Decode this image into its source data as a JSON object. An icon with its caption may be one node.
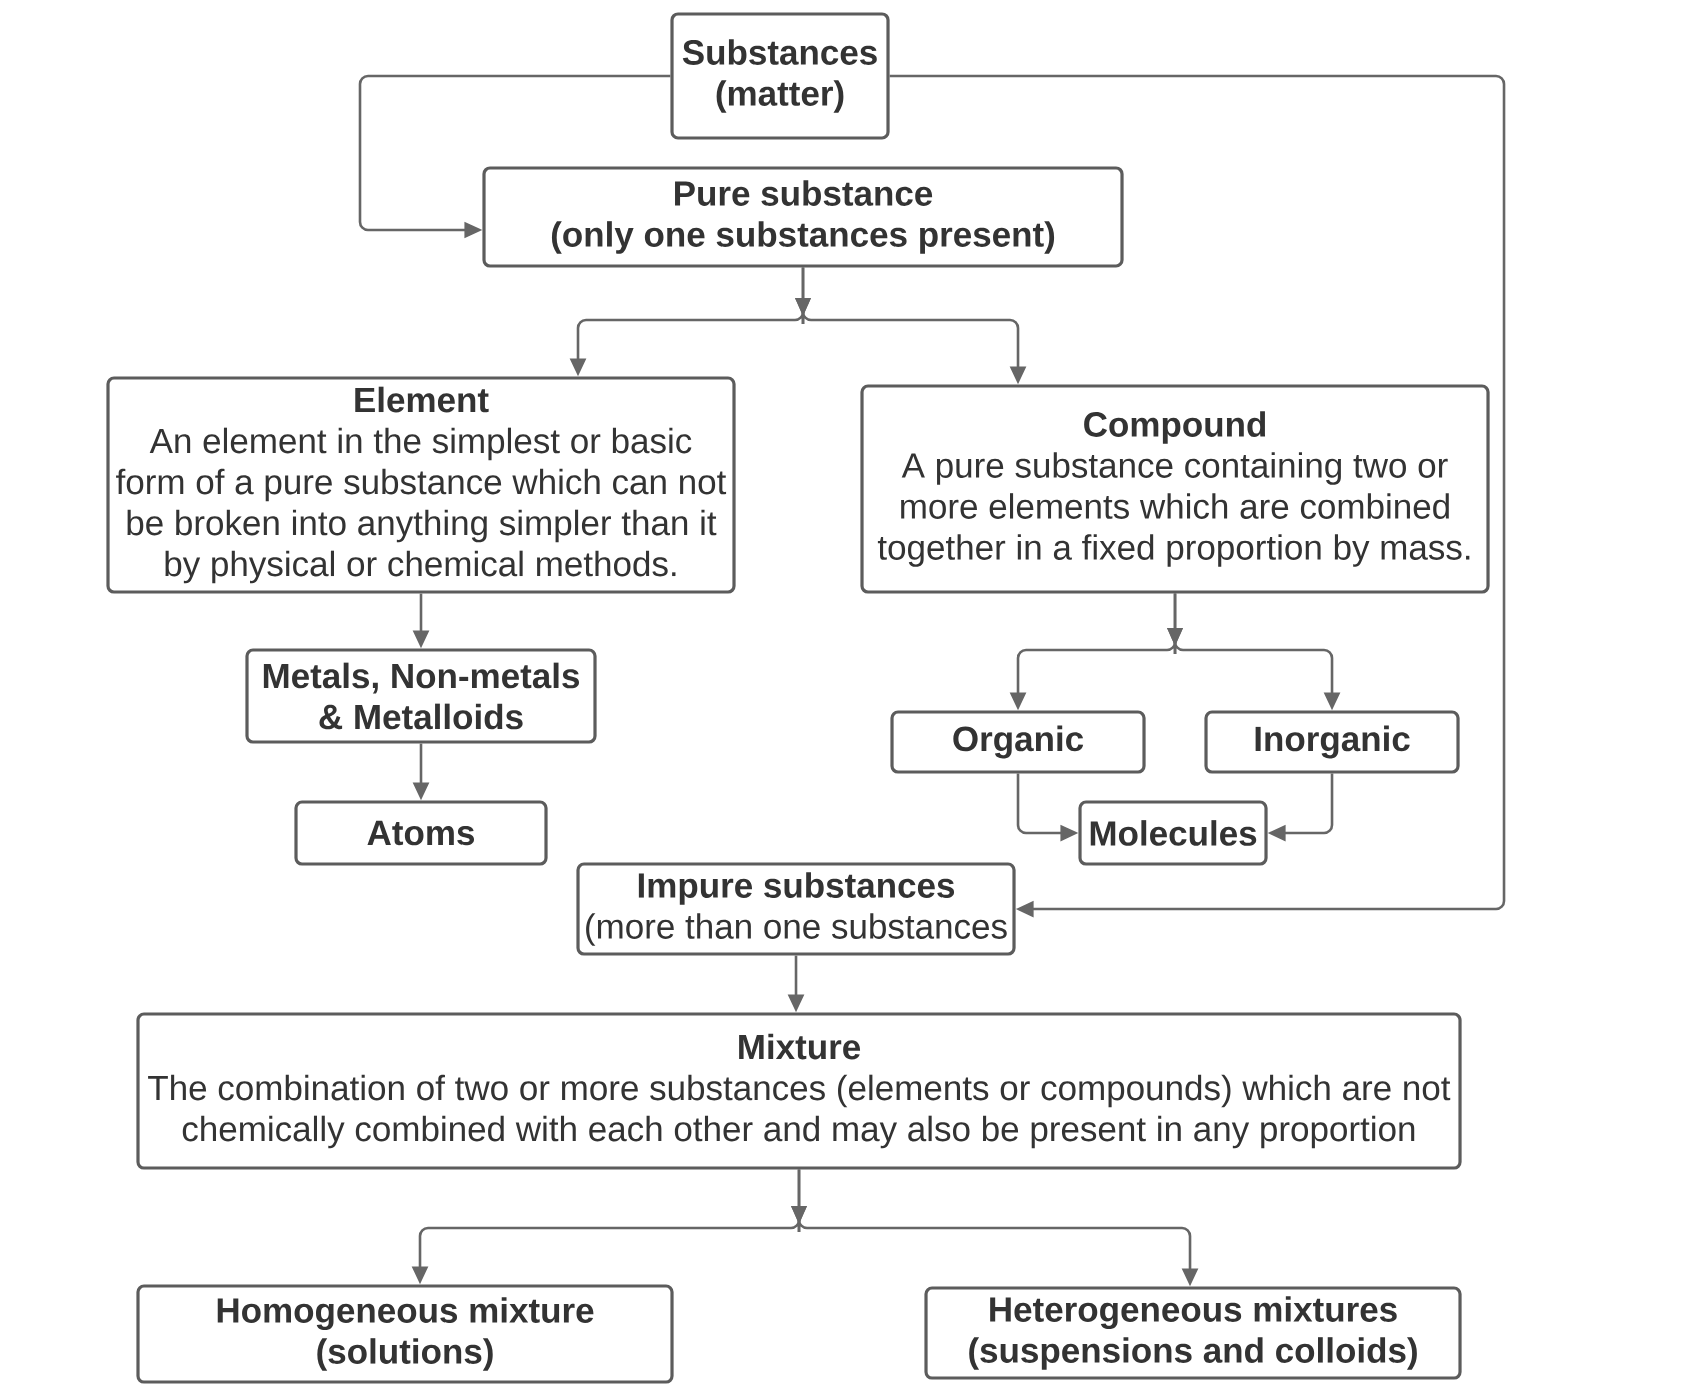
{
  "diagram": {
    "nodes": [
      {
        "text": [
          "Substances",
          "(matter)"
        ]
      },
      {
        "text": [
          "Pure substance",
          "(only one substances present)"
        ]
      },
      {
        "text": [
          "Element",
          "An element in the simplest or basic form of a pure substance which can not be broken into anything simpler than it by physical or chemical methods."
        ]
      },
      {
        "text": [
          "Compound",
          "A pure substance containing two or more elements which are combined together in a fixed proportion by mass."
        ]
      },
      {
        "text": [
          "Metals, Non-metals & Metalloids"
        ]
      },
      {
        "text": [
          "Organic"
        ]
      },
      {
        "text": [
          "Inorganic"
        ]
      },
      {
        "text": [
          "Atoms"
        ]
      },
      {
        "text": [
          "Molecules"
        ]
      },
      {
        "text": [
          "Impure substances",
          "(more than one substances"
        ]
      },
      {
        "text": [
          "Mixture",
          "The combination of two or more substances (elements or compounds) which are not chemically combined with each other and may also be present in any proportion"
        ]
      },
      {
        "text": [
          "Homogeneous mixture",
          "(solutions)"
        ]
      },
      {
        "text": [
          "Heterogeneous mixtures",
          "(suspensions and colloids)"
        ]
      }
    ],
    "edges": [
      {
        "from": 0,
        "to": 1,
        "arrow": "to"
      },
      {
        "from": 0,
        "to": 9,
        "arrow": "to"
      },
      {
        "from": 1,
        "to": 2,
        "arrow": "to"
      },
      {
        "from": 1,
        "to": 3,
        "arrow": "to"
      },
      {
        "from": 2,
        "to": 4,
        "arrow": "to"
      },
      {
        "from": 3,
        "to": 5,
        "arrow": "to"
      },
      {
        "from": 3,
        "to": 6,
        "arrow": "to"
      },
      {
        "from": 4,
        "to": 7,
        "arrow": "to"
      },
      {
        "from": 5,
        "to": 8,
        "arrow": "to"
      },
      {
        "from": 6,
        "to": 8,
        "arrow": "to"
      },
      {
        "from": 9,
        "to": 10,
        "arrow": "to"
      },
      {
        "from": 10,
        "to": 11,
        "arrow": "to"
      },
      {
        "from": 10,
        "to": 12,
        "arrow": "to"
      }
    ]
  }
}
